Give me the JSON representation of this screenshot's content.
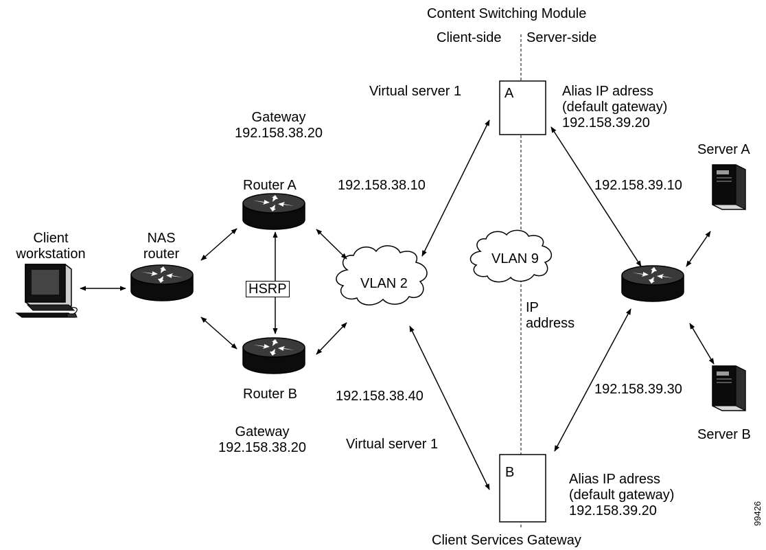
{
  "diagram": {
    "header": {
      "title": "Content Switching Module",
      "client_side": "Client-side",
      "server_side": "Server-side"
    },
    "footer": "Client Services Gateway",
    "figure_id": "99426",
    "client": {
      "line1": "Client",
      "line2": "workstation"
    },
    "nas": {
      "line1": "NAS",
      "line2": "router"
    },
    "router_a": "Router A",
    "router_b": "Router B",
    "hsrp": "HSRP",
    "gateway_top": {
      "line1": "Gateway",
      "line2": "192.158.38.20"
    },
    "gateway_bottom": {
      "line1": "Gateway",
      "line2": "192.158.38.20"
    },
    "vlan2": "VLAN 2",
    "vlan9": "VLAN 9",
    "ip_address": {
      "line1": "IP",
      "line2": "address"
    },
    "ip_top_left": "192.158.38.10",
    "ip_bottom_left": "192.158.38.40",
    "ip_top_right": "192.158.39.10",
    "ip_bottom_right": "192.158.39.30",
    "vs_top": "Virtual server 1",
    "vs_bottom": "Virtual server 1",
    "module_a": "A",
    "module_b": "B",
    "alias_top": {
      "line1": "Alias IP adress",
      "line2": "(default gateway)",
      "line3": "192.158.39.20"
    },
    "alias_bottom": {
      "line1": "Alias IP adress",
      "line2": "(default gateway)",
      "line3": "192.158.39.20"
    },
    "server_a": "Server A",
    "server_b": "Server B",
    "icons": [
      "workstation-icon",
      "router-icon",
      "cloud-icon",
      "server-icon"
    ]
  }
}
